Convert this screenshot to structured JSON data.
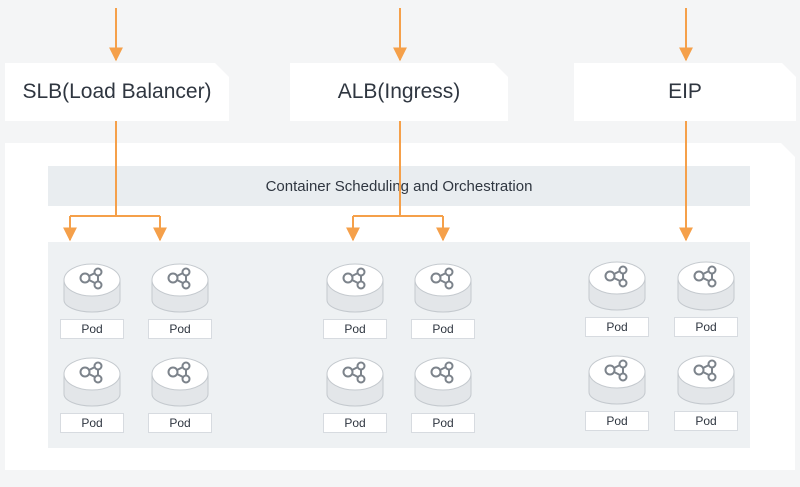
{
  "entries": {
    "slb": "SLB(Load Balancer)",
    "alb": "ALB(Ingress)",
    "eip": "EIP"
  },
  "scheduler": "Container Scheduling and Orchestration",
  "pod_label": "Pod",
  "colors": {
    "arrow": "#f5a04a",
    "pod_icon": "#7c838b"
  }
}
